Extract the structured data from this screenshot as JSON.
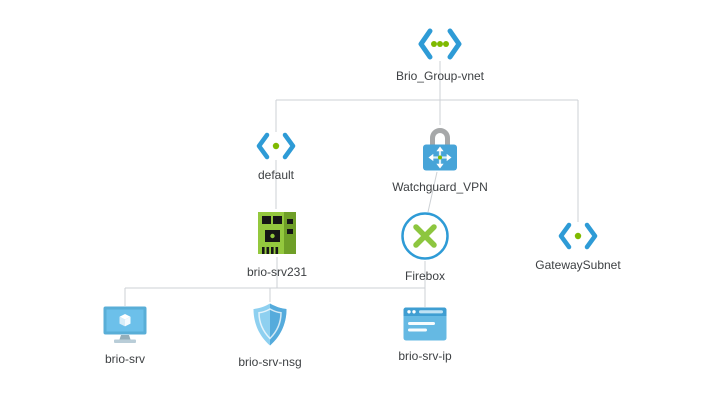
{
  "diagram": {
    "type": "network-topology",
    "background": "#ffffff",
    "connector_color": "#cdd1d5",
    "label_color": "#3d4043"
  },
  "colors": {
    "azure_blue": "#2e9bd6",
    "azure_green_dot": "#7fba00",
    "lime_x": "#8dc63f",
    "nic_green": "#94c83e",
    "nic_green_dark": "#6f9f28",
    "lock_body_blue": "#47a4d8",
    "lock_shackle_gray": "#a6a8a9",
    "vm_blue": "#59aed7",
    "shield_light": "#8ed0f0",
    "shield_dark": "#55abdc",
    "browser_blue": "#65b9e3",
    "browser_bar_blue": "#3f9ed2"
  },
  "nodes": [
    {
      "id": "brio-group-vnet",
      "label": "Brio_Group-vnet",
      "type": "virtual-network",
      "icon": "virtual-network-icon"
    },
    {
      "id": "default",
      "label": "default",
      "type": "subnet",
      "icon": "subnet-icon"
    },
    {
      "id": "watchguard-vpn",
      "label": "Watchguard_VPN",
      "type": "vpn-gateway",
      "icon": "vpn-gateway-lock-icon"
    },
    {
      "id": "brio-srv231",
      "label": "brio-srv231",
      "type": "network-interface",
      "icon": "network-interface-icon"
    },
    {
      "id": "firebox",
      "label": "Firebox",
      "type": "gateway-connection",
      "icon": "connection-icon"
    },
    {
      "id": "gateway-subnet",
      "label": "GatewaySubnet",
      "type": "subnet",
      "icon": "subnet-icon"
    },
    {
      "id": "brio-srv",
      "label": "brio-srv",
      "type": "virtual-machine",
      "icon": "virtual-machine-icon"
    },
    {
      "id": "brio-srv-nsg",
      "label": "brio-srv-nsg",
      "type": "network-security-group",
      "icon": "nsg-shield-icon"
    },
    {
      "id": "brio-srv-ip",
      "label": "brio-srv-ip",
      "type": "public-ip",
      "icon": "public-ip-icon"
    }
  ],
  "edges": [
    {
      "from": "Brio_Group-vnet",
      "to": "default"
    },
    {
      "from": "Brio_Group-vnet",
      "to": "Watchguard_VPN"
    },
    {
      "from": "Brio_Group-vnet",
      "to": "GatewaySubnet"
    },
    {
      "from": "default",
      "to": "brio-srv231"
    },
    {
      "from": "Watchguard_VPN",
      "to": "Firebox"
    },
    {
      "from": "brio-srv231",
      "to": "brio-srv"
    },
    {
      "from": "brio-srv231",
      "to": "brio-srv-nsg"
    },
    {
      "from": "brio-srv231",
      "to": "brio-srv-ip"
    },
    {
      "from": "Firebox",
      "to": "brio-srv-ip"
    }
  ]
}
